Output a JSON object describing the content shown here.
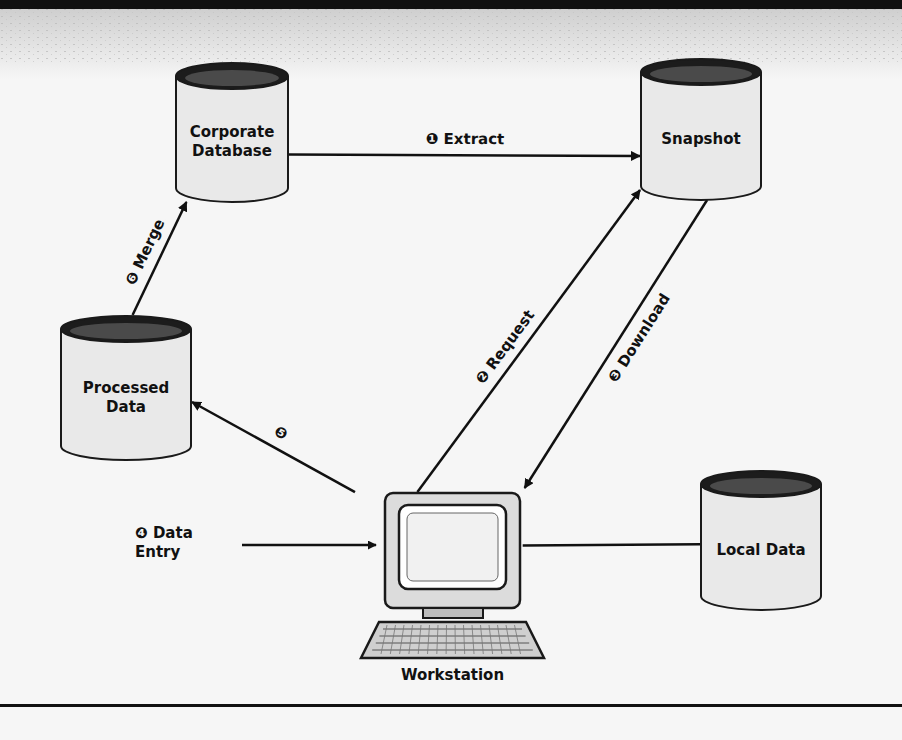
{
  "diagram": {
    "nodes": [
      {
        "text": [
          "Corporate Database"
        ]
      },
      {
        "text": [
          "Snapshot"
        ]
      },
      {
        "text": [
          "Processed Data"
        ]
      },
      {
        "text": [
          "Workstation"
        ]
      },
      {
        "text": [
          "Local Data"
        ]
      }
    ],
    "edges": [
      {
        "from": 0,
        "to": 1,
        "arrow": "to",
        "label": "❶ Extract"
      },
      {
        "from": 3,
        "to": 1,
        "arrow": "to",
        "label": "❷ Request"
      },
      {
        "from": 1,
        "to": 3,
        "arrow": "to",
        "label": "❸ Download"
      },
      {
        "from": 3,
        "to": 2,
        "arrow": "to",
        "label": "❺"
      },
      {
        "from": 2,
        "to": 0,
        "arrow": "to",
        "label": "❻ Merge"
      },
      {
        "from": 3,
        "to": 4,
        "arrow": "none"
      }
    ],
    "labels": [
      "❹ Data Entry"
    ]
  }
}
